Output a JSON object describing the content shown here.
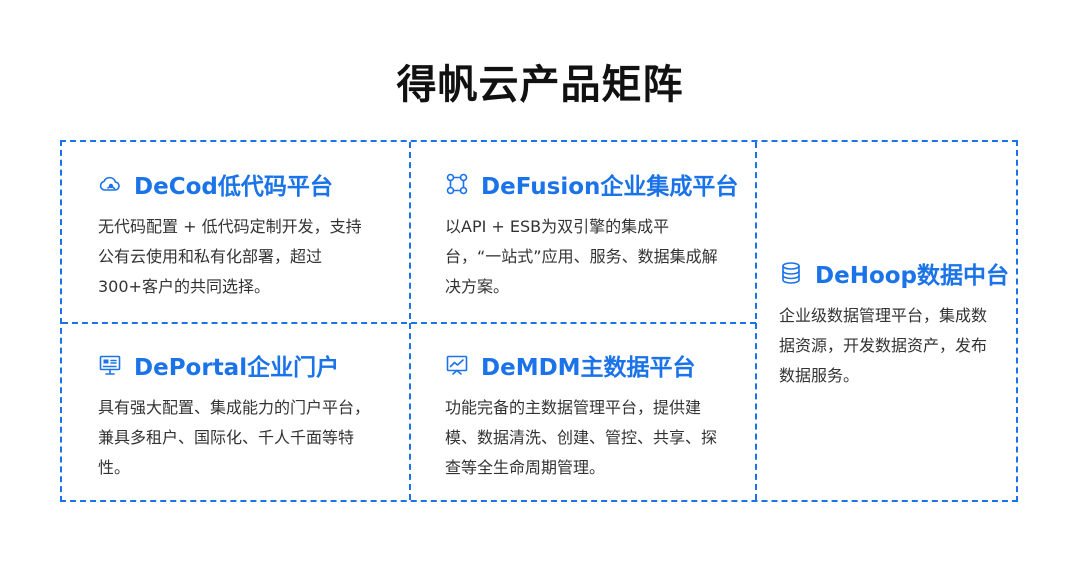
{
  "page": {
    "title": "得帆云产品矩阵"
  },
  "products": {
    "decod": {
      "icon": "cloud-network-icon",
      "title": "DeCod低代码平台",
      "desc": "无代码配置 + 低代码定制开发，支持公有云使用和私有化部署，超过300+客户的共同选择。"
    },
    "defusion": {
      "icon": "node-graph-icon",
      "title": "DeFusion企业集成平台",
      "desc": "以API + ESB为双引擎的集成平台，“一站式”应用、服务、数据集成解决方案。"
    },
    "dehoop": {
      "icon": "database-icon",
      "title": "DeHoop数据中台",
      "desc": "企业级数据管理平台，集成数据资源，开发数据资产，发布数据服务。"
    },
    "deportal": {
      "icon": "monitor-portal-icon",
      "title": "DePortal企业门户",
      "desc": "具有强大配置、集成能力的门户平台，兼具多租户、国际化、千人千面等特性。"
    },
    "demdm": {
      "icon": "chart-board-icon",
      "title": "DeMDM主数据平台",
      "desc": "功能完备的主数据管理平台，提供建模、数据清洗、创建、管控、共享、探查等全生命周期管理。"
    }
  },
  "colors": {
    "accent": "#1a73e8",
    "title": "#111111",
    "text": "#333333"
  }
}
